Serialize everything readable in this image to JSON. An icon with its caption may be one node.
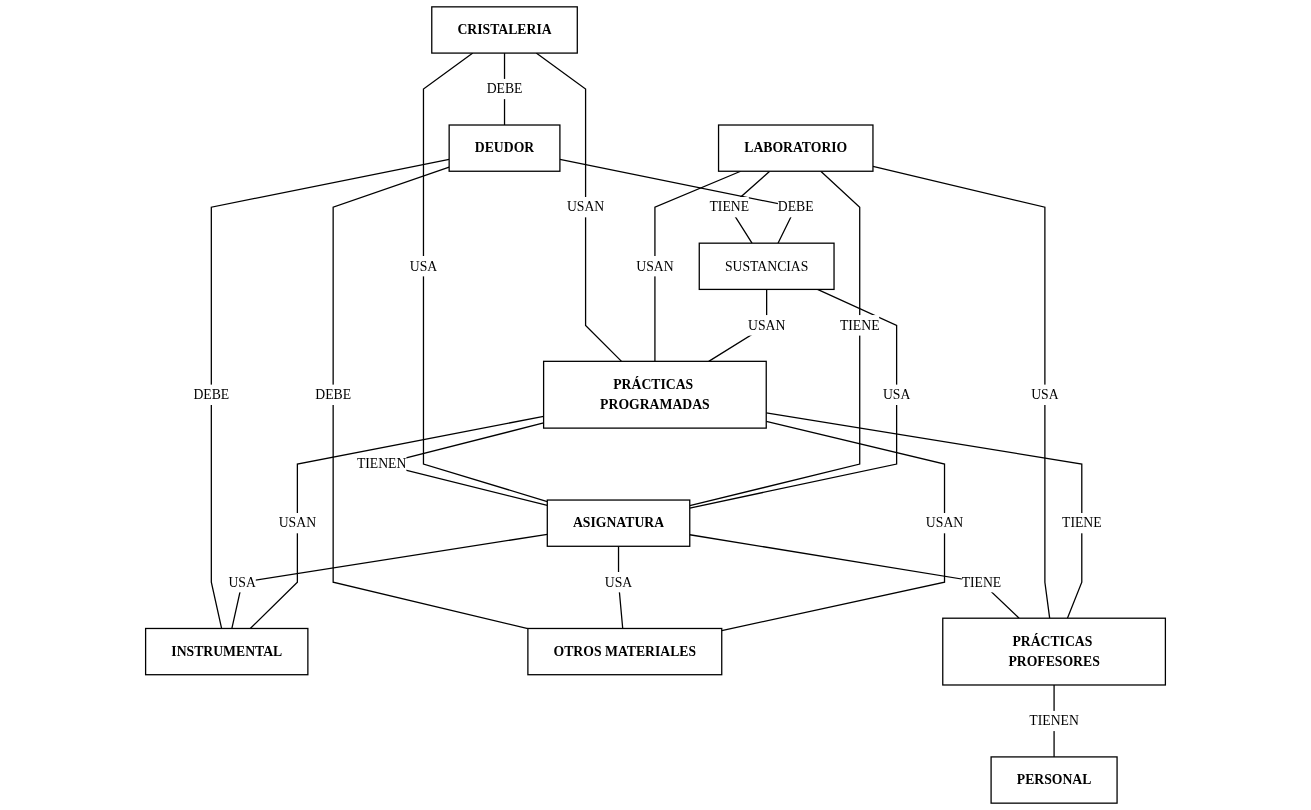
{
  "diagram": {
    "nodes": [
      {
        "text": [
          "LABORATORIO"
        ]
      },
      {
        "text": [
          "DEUDOR"
        ]
      },
      {
        "text": [
          "ASIGNATURA"
        ]
      },
      {
        "text": [
          "CRISTALERIA"
        ]
      },
      {
        "text": [
          "SUSTANCIAS"
        ]
      },
      {
        "text": [
          "INSTRUMENTAL"
        ]
      },
      {
        "text": [
          "OTROS MATERIALES"
        ]
      },
      {
        "text": [
          "PRÁCTICAS PROGRAMADAS"
        ]
      },
      {
        "text": [
          "PRÁCTICAS PROFESORES"
        ]
      },
      {
        "text": [
          "PERSONAL"
        ]
      }
    ],
    "edges": [
      {
        "from": 7,
        "to": 2,
        "label": "TIENEN",
        "arrow": "none"
      },
      {
        "from": 3,
        "to": 2,
        "label": "USA",
        "arrow": "none"
      },
      {
        "from": 3,
        "to": 1,
        "label": "DEBE",
        "arrow": "none"
      },
      {
        "from": 0,
        "to": 2,
        "label": "TIENE",
        "arrow": "none"
      },
      {
        "from": 2,
        "to": 8,
        "label": "TIENE",
        "arrow": "none"
      },
      {
        "from": 0,
        "to": 4,
        "label": "TIENE",
        "arrow": "none"
      },
      {
        "from": 1,
        "to": 4,
        "label": "DEBE",
        "arrow": "none"
      },
      {
        "from": 1,
        "to": 6,
        "label": "DEBE",
        "arrow": "none"
      },
      {
        "from": 1,
        "to": 5,
        "label": "DEBE",
        "arrow": "none"
      },
      {
        "from": 4,
        "to": 2,
        "label": "USA",
        "arrow": "none"
      },
      {
        "from": 2,
        "to": 5,
        "label": "USA",
        "arrow": "none"
      },
      {
        "from": 2,
        "to": 6,
        "label": "USA",
        "arrow": "none"
      },
      {
        "from": 3,
        "to": 7,
        "label": "USAN",
        "arrow": "none"
      },
      {
        "from": 0,
        "to": 7,
        "label": "USAN",
        "arrow": "none"
      },
      {
        "from": 0,
        "to": 8,
        "label": "USA",
        "arrow": "none"
      },
      {
        "from": 4,
        "to": 7,
        "label": "USAN",
        "arrow": "none"
      },
      {
        "from": 7,
        "to": 8,
        "label": "TIENE",
        "arrow": "none"
      },
      {
        "from": 8,
        "to": 9,
        "label": "TIENEN",
        "arrow": "none"
      },
      {
        "from": 7,
        "to": 5,
        "label": "USAN",
        "arrow": "none"
      },
      {
        "from": 7,
        "to": 6,
        "label": "USAN",
        "arrow": "none"
      }
    ]
  }
}
